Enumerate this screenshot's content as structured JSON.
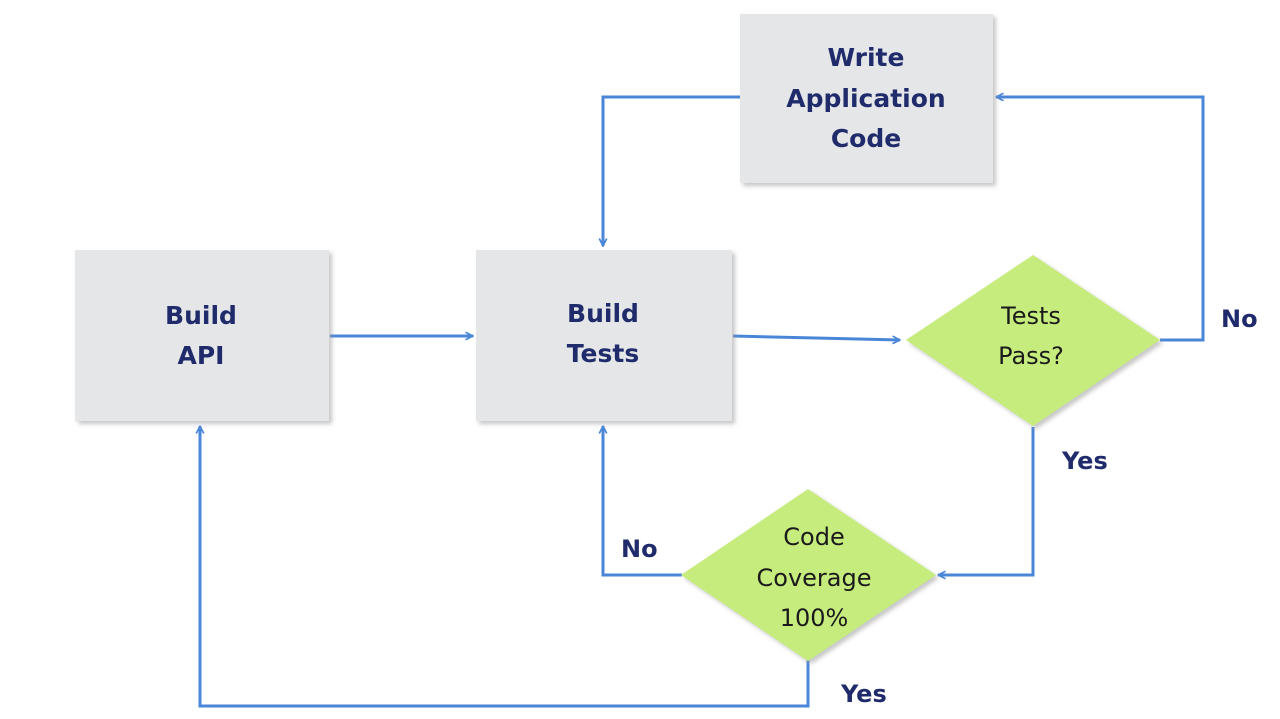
{
  "nodes": {
    "write_code": {
      "lines": [
        "Write",
        "Application",
        "Code"
      ]
    },
    "build_api": {
      "lines": [
        "Build",
        "API"
      ]
    },
    "build_tests": {
      "lines": [
        "Build",
        "Tests"
      ]
    },
    "tests_pass": {
      "lines": [
        "Tests",
        "Pass?"
      ]
    },
    "code_coverage": {
      "lines": [
        "Code",
        "Coverage",
        "100%"
      ]
    }
  },
  "edges": {
    "tests_pass_no": "No",
    "tests_pass_yes": "Yes",
    "coverage_no": "No",
    "coverage_yes": "Yes"
  },
  "colors": {
    "box_fill": "#e5e6e8",
    "diamond_fill": "#c6ec7e",
    "arrow": "#4a86d8",
    "box_text": "#1f2b6b",
    "diamond_text": "#1a1a1a"
  }
}
